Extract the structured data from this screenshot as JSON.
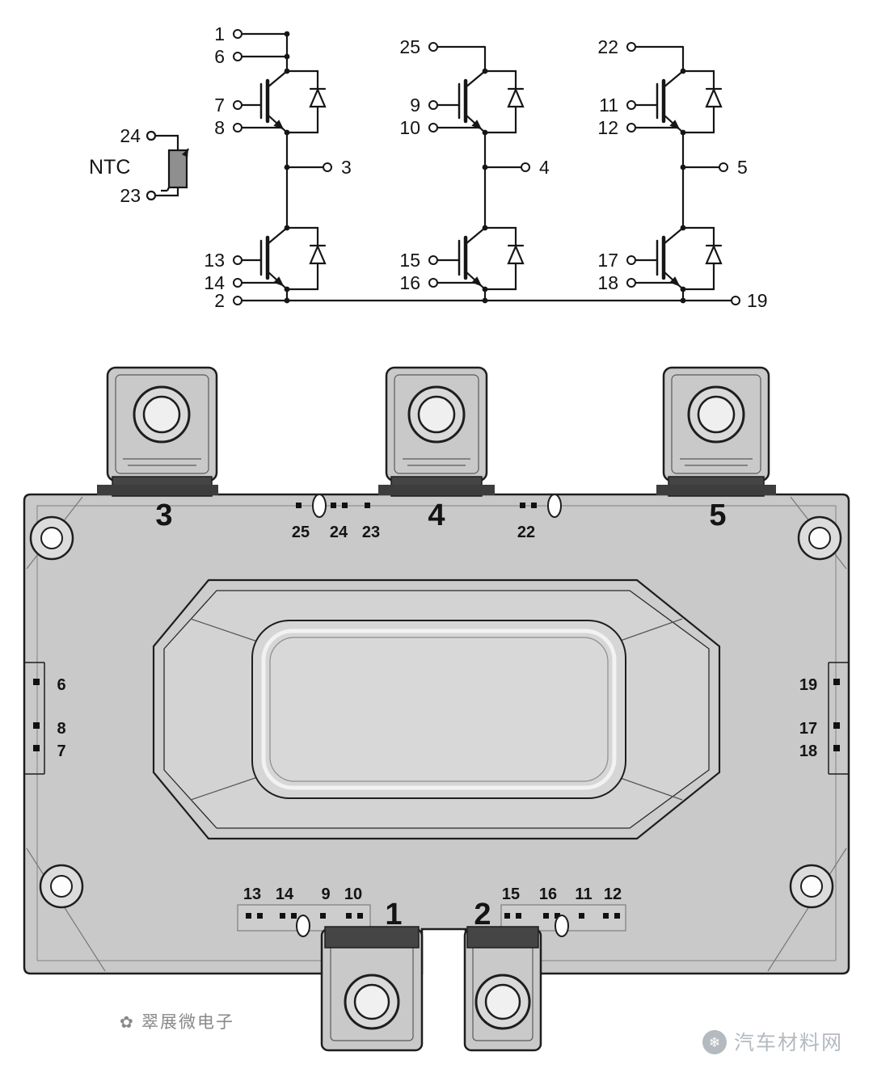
{
  "schematic": {
    "ntc_label": "NTC",
    "pins": {
      "1": "1",
      "2": "2",
      "3": "3",
      "4": "4",
      "5": "5",
      "6": "6",
      "7": "7",
      "8": "8",
      "9": "9",
      "10": "10",
      "11": "11",
      "12": "12",
      "13": "13",
      "14": "14",
      "15": "15",
      "16": "16",
      "17": "17",
      "18": "18",
      "19": "19",
      "22": "22",
      "23": "23",
      "24": "24",
      "25": "25"
    }
  },
  "package": {
    "terminal_labels": {
      "1": "1",
      "2": "2",
      "3": "3",
      "4": "4",
      "5": "5"
    },
    "pin_labels": {
      "25": "25",
      "24": "24",
      "23": "23",
      "22": "22",
      "6": "6",
      "8": "8",
      "7": "7",
      "19": "19",
      "17": "17",
      "18": "18",
      "13": "13",
      "14": "14",
      "9": "9",
      "10": "10",
      "15": "15",
      "16": "16",
      "11": "11",
      "12": "12"
    }
  },
  "watermarks": {
    "left_icon": "✿",
    "left_text": "翠展微电子",
    "right_icon": "❄",
    "right_text": "汽车材料网"
  },
  "colors": {
    "line": "#161616",
    "body_gray": "#c9c9c9",
    "dark_bar": "#454545",
    "watermark_gray": "#b4bac0"
  }
}
